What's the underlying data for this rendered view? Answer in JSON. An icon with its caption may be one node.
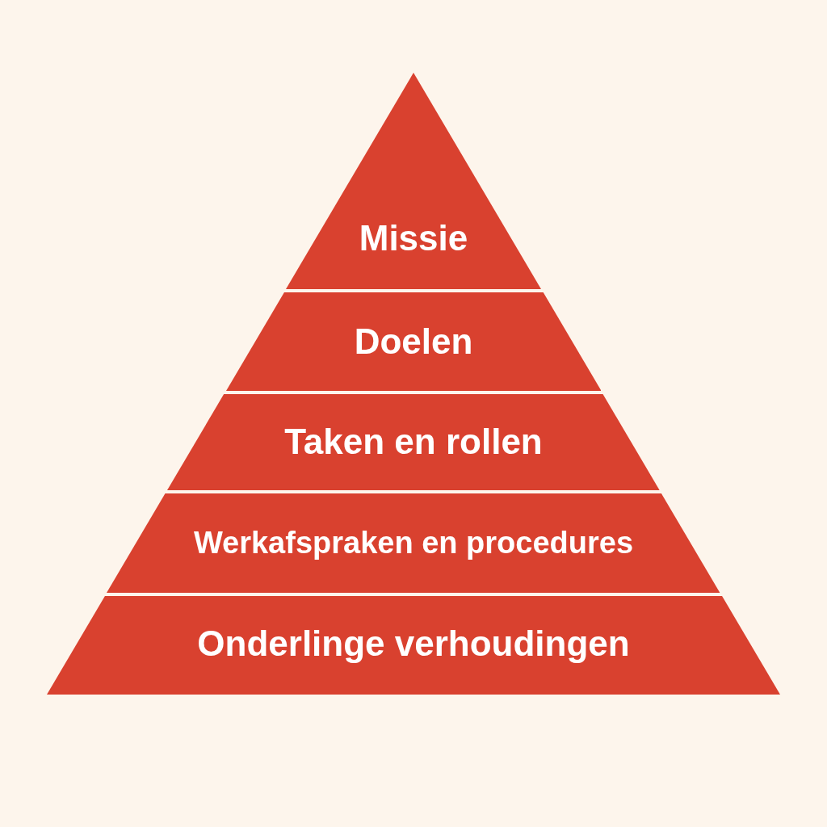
{
  "diagram": {
    "nodes": [
      {
        "text": [
          "Missie"
        ]
      },
      {
        "text": [
          "Doelen"
        ]
      },
      {
        "text": [
          "Taken en rollen"
        ]
      },
      {
        "text": [
          "Werkafspraken en procedures"
        ]
      },
      {
        "text": [
          "Onderlinge verhoudingen"
        ]
      }
    ]
  }
}
